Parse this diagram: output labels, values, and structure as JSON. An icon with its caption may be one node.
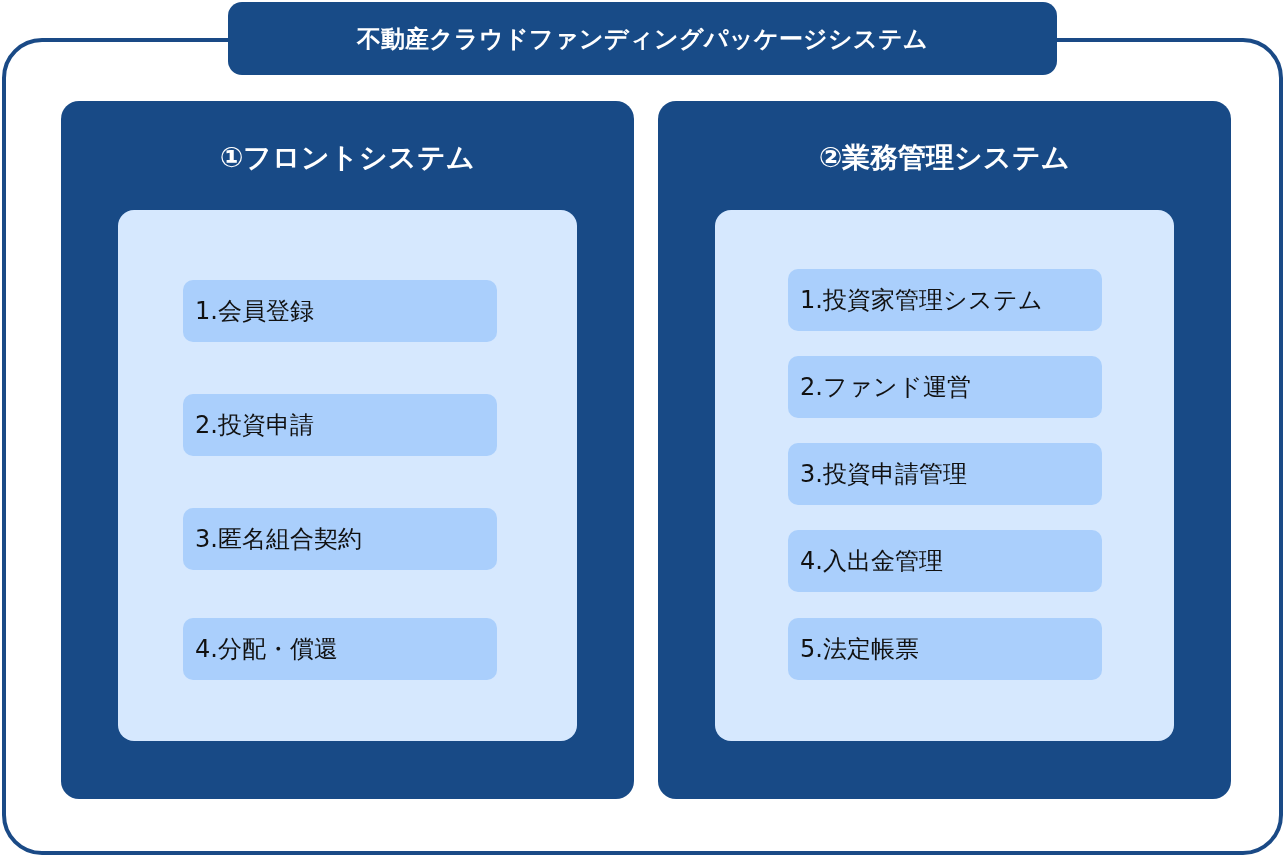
{
  "diagram": {
    "nodes": [
      {
        "text": [
          "不動産クラウドファンディングパッケージシステム"
        ]
      },
      {
        "text": [
          "①フロントシステム"
        ],
        "in": 0
      },
      {
        "text": [],
        "shape": "box",
        "in": 1
      },
      {
        "text": [
          "1.会員登録"
        ],
        "in": 2
      },
      {
        "text": [
          "2.投資申請"
        ],
        "in": 2
      },
      {
        "text": [
          "3.匿名組合契約"
        ],
        "in": 2
      },
      {
        "text": [
          "4.分配・償還"
        ],
        "in": 2
      },
      {
        "text": [
          "②業務管理システム"
        ],
        "in": 0
      },
      {
        "text": [],
        "shape": "box",
        "in": 7
      },
      {
        "text": [
          "1.投資家管理システム"
        ],
        "in": 8
      },
      {
        "text": [
          "2.ファンド運営"
        ],
        "in": 8
      },
      {
        "text": [
          "3.投資申請管理"
        ],
        "in": 8
      },
      {
        "text": [
          "4.入出金管理"
        ],
        "in": 8
      },
      {
        "text": [
          "5.法定帳票"
        ],
        "in": 8
      }
    ]
  }
}
